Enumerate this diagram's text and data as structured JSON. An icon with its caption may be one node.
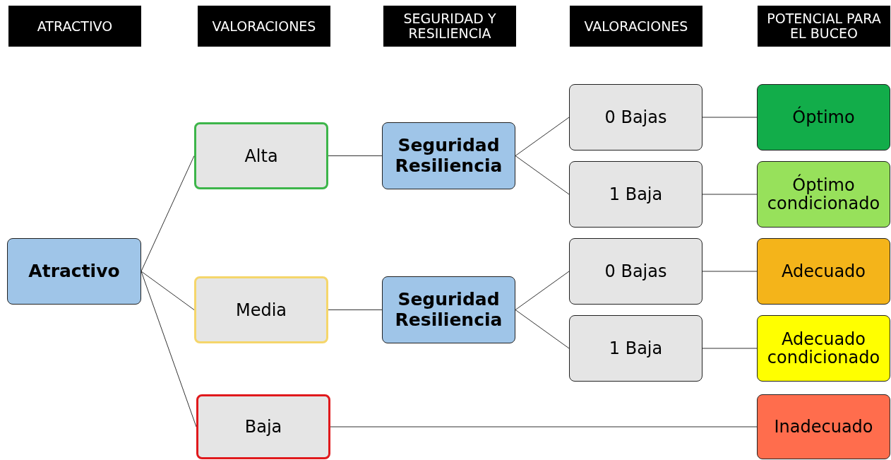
{
  "diagram": {
    "nodes": [
      {
        "text": [
          "ATRACTIVO"
        ]
      },
      {
        "text": [
          "VALORACIONES"
        ]
      },
      {
        "text": [
          "SEGURIDAD Y RESILIENCIA"
        ]
      },
      {
        "text": [
          "VALORACIONES"
        ]
      },
      {
        "text": [
          "POTENCIAL PARA EL BUCEO"
        ]
      },
      {
        "text": [
          "Atractivo"
        ]
      },
      {
        "text": [
          "Alta"
        ]
      },
      {
        "text": [
          "Media"
        ]
      },
      {
        "text": [
          "Baja"
        ]
      },
      {
        "text": [
          "Seguridad Resiliencia"
        ]
      },
      {
        "text": [
          "Seguridad Resiliencia"
        ]
      },
      {
        "text": [
          "0 Bajas"
        ]
      },
      {
        "text": [
          "1 Baja"
        ]
      },
      {
        "text": [
          "0 Bajas"
        ]
      },
      {
        "text": [
          "1 Baja"
        ]
      },
      {
        "text": [
          "Óptimo"
        ]
      },
      {
        "text": [
          "Óptimo condicionado"
        ]
      },
      {
        "text": [
          "Adecuado"
        ]
      },
      {
        "text": [
          "Adecuado condicionado"
        ]
      },
      {
        "text": [
          "Inadecuado"
        ]
      }
    ],
    "edges": [
      {
        "from": 5,
        "to": 6,
        "arrow": "none"
      },
      {
        "from": 5,
        "to": 7,
        "arrow": "none"
      },
      {
        "from": 5,
        "to": 8,
        "arrow": "none"
      },
      {
        "from": 6,
        "to": 9,
        "arrow": "none"
      },
      {
        "from": 7,
        "to": 10,
        "arrow": "none"
      },
      {
        "from": 9,
        "to": 11,
        "arrow": "none"
      },
      {
        "from": 9,
        "to": 12,
        "arrow": "none"
      },
      {
        "from": 10,
        "to": 13,
        "arrow": "none"
      },
      {
        "from": 10,
        "to": 14,
        "arrow": "none"
      },
      {
        "from": 11,
        "to": 15,
        "arrow": "none"
      },
      {
        "from": 12,
        "to": 16,
        "arrow": "none"
      },
      {
        "from": 13,
        "to": 17,
        "arrow": "none"
      },
      {
        "from": 14,
        "to": 18,
        "arrow": "none"
      },
      {
        "from": 8,
        "to": 19,
        "arrow": "none"
      }
    ]
  }
}
